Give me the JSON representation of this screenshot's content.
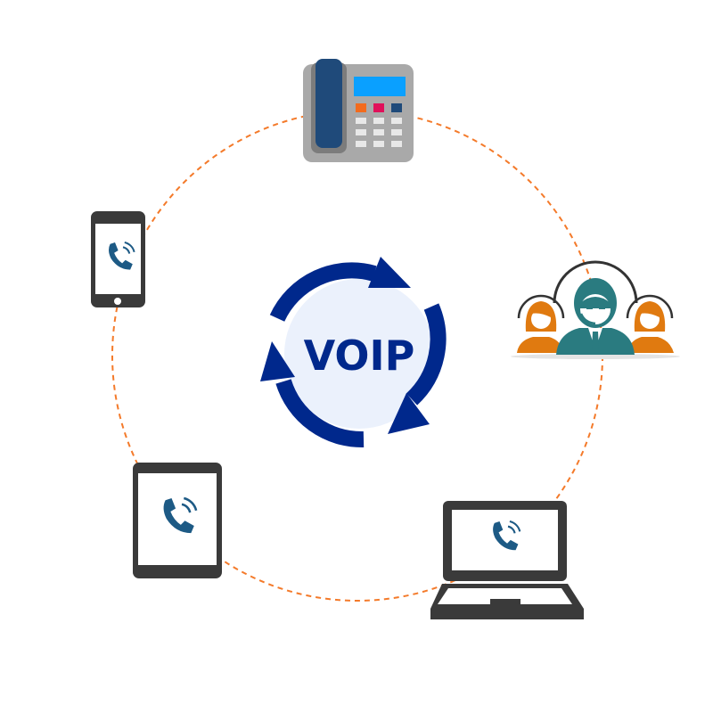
{
  "center": {
    "label": "VOIP"
  },
  "colors": {
    "ring_dash": "#f47a2a",
    "arrows": "#00288c",
    "center_fill": "#ebf1fc",
    "device_dark": "#3a3a3a",
    "phone_icon": "#1d5a85",
    "agent_teal": "#2a7b80",
    "agent_orange": "#e07a10"
  },
  "nodes": [
    {
      "name": "desk-phone",
      "icon": "desk-phone-icon"
    },
    {
      "name": "call-center-agents",
      "icon": "agents-icon"
    },
    {
      "name": "laptop",
      "icon": "laptop-icon"
    },
    {
      "name": "tablet",
      "icon": "tablet-icon"
    },
    {
      "name": "smartphone",
      "icon": "smartphone-icon"
    }
  ]
}
